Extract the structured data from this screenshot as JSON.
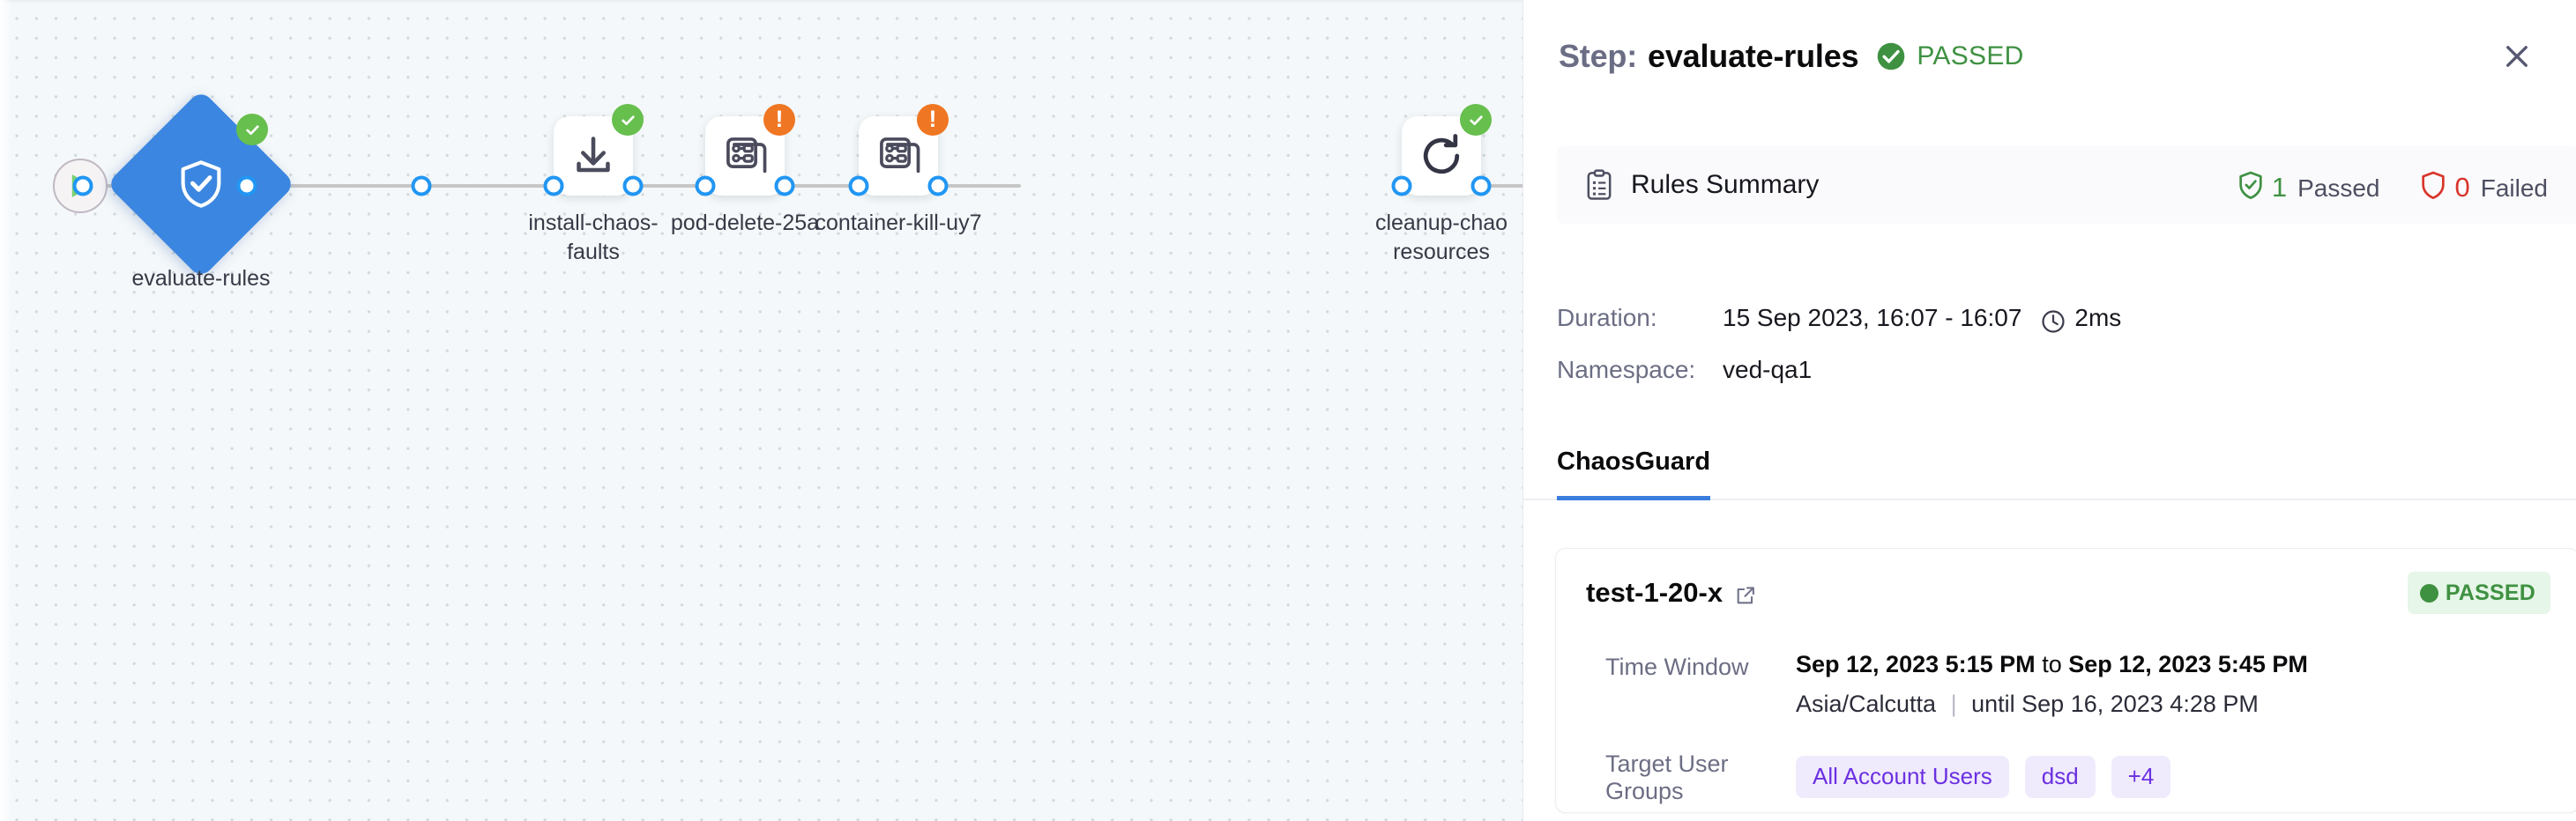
{
  "canvas": {
    "start_node": {
      "name": "pipeline-start-trigger"
    },
    "nodes": [
      {
        "id": "evaluate-rules",
        "label": "evaluate-rules",
        "shape": "diamond",
        "icon": "shield-check-icon",
        "status": "passed",
        "badge": "check"
      },
      {
        "id": "install-chaos-faults",
        "label": "install-chaos-\nfaults",
        "shape": "square",
        "icon": "download-icon",
        "status": "passed",
        "badge": "check"
      },
      {
        "id": "pod-delete-25a",
        "label": "pod-delete-25a",
        "shape": "square",
        "icon": "chaos-fault-icon",
        "status": "warning",
        "badge": "exclamation"
      },
      {
        "id": "container-kill-uy7",
        "label": "container-kill-uy7",
        "shape": "square",
        "icon": "chaos-fault-icon",
        "status": "warning",
        "badge": "exclamation"
      },
      {
        "id": "cleanup-chaos-resources",
        "label": "cleanup-chao\nresources",
        "shape": "square",
        "icon": "refresh-icon",
        "status": "passed",
        "badge": "check"
      }
    ]
  },
  "panel": {
    "header": {
      "step_prefix": "Step:",
      "step_name": "evaluate-rules",
      "status": "PASSED",
      "close_label": "✕"
    },
    "rules_summary": {
      "title": "Rules Summary",
      "passed_count": "1",
      "passed_label": "Passed",
      "failed_count": "0",
      "failed_label": "Failed"
    },
    "meta": {
      "duration_key": "Duration:",
      "duration_value": "15 Sep 2023, 16:07 - 16:07",
      "duration_elapsed": "2ms",
      "namespace_key": "Namespace:",
      "namespace_value": "ved-qa1"
    },
    "tabs": [
      {
        "label": "ChaosGuard",
        "active": true
      }
    ],
    "test_card": {
      "title": "test-1-20-x",
      "status_badge": "PASSED",
      "time_window_key": "Time Window",
      "time_window_value": "Sep 12, 2023 5:15 PM to Sep 12, 2023 5:45 PM",
      "time_window_from": "Sep 12, 2023 5:15 PM",
      "time_window_to": "Sep 12, 2023 5:45 PM",
      "time_window_joiner": "to",
      "timezone": "Asia/Calcutta",
      "until_text": "until Sep 16, 2023 4:28 PM",
      "target_groups_key": "Target User Groups",
      "target_groups": [
        "All Account Users",
        "dsd",
        "+4"
      ]
    }
  },
  "colors": {
    "accent_blue": "#3b86e0",
    "pass_green": "#3f9142",
    "fail_red": "#d9352b",
    "warn_orange": "#ef7622",
    "chip_purple": "#6b30e0",
    "canvas_bg": "#f4f8fa"
  }
}
